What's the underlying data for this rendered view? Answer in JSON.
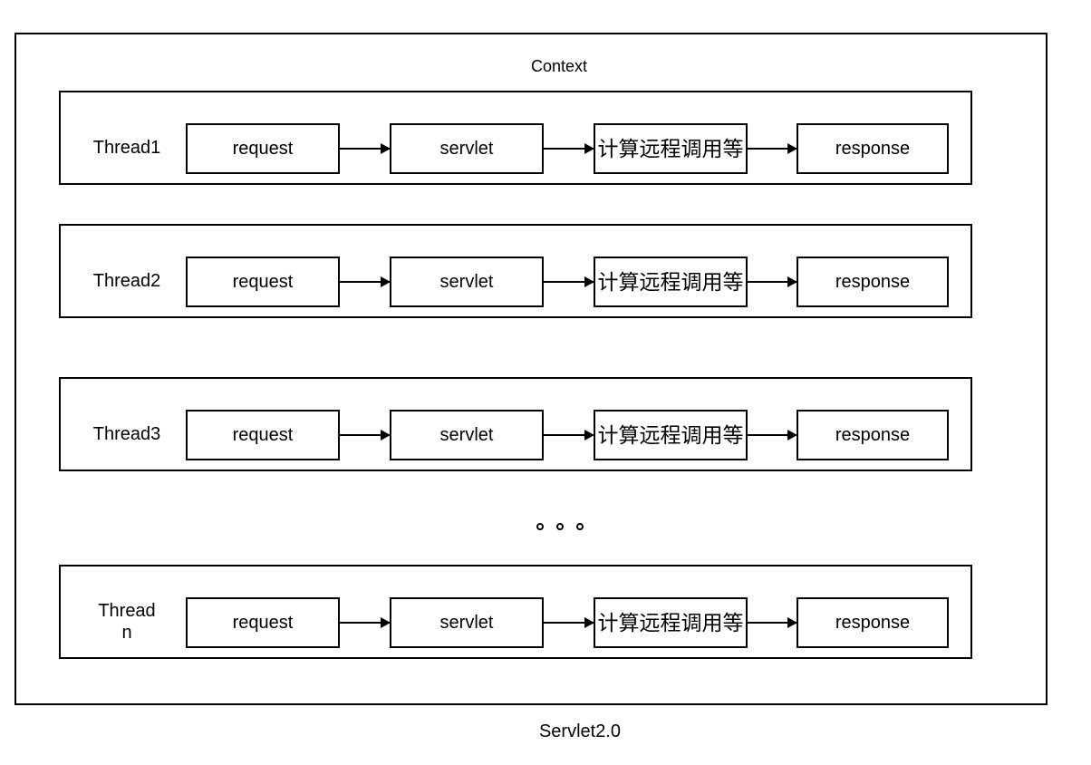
{
  "diagram": {
    "context_label": "Context",
    "caption": "Servlet2.0",
    "steps": [
      "request",
      "servlet",
      "计算远程调用等",
      "response"
    ],
    "threads": [
      {
        "label": "Thread1"
      },
      {
        "label": "Thread2"
      },
      {
        "label": "Thread3"
      },
      {
        "label": "Thread\nn"
      }
    ],
    "ellipsis_dot_count": 3,
    "colors": {
      "line": "#000000",
      "text": "#000000",
      "background": "#ffffff"
    }
  }
}
